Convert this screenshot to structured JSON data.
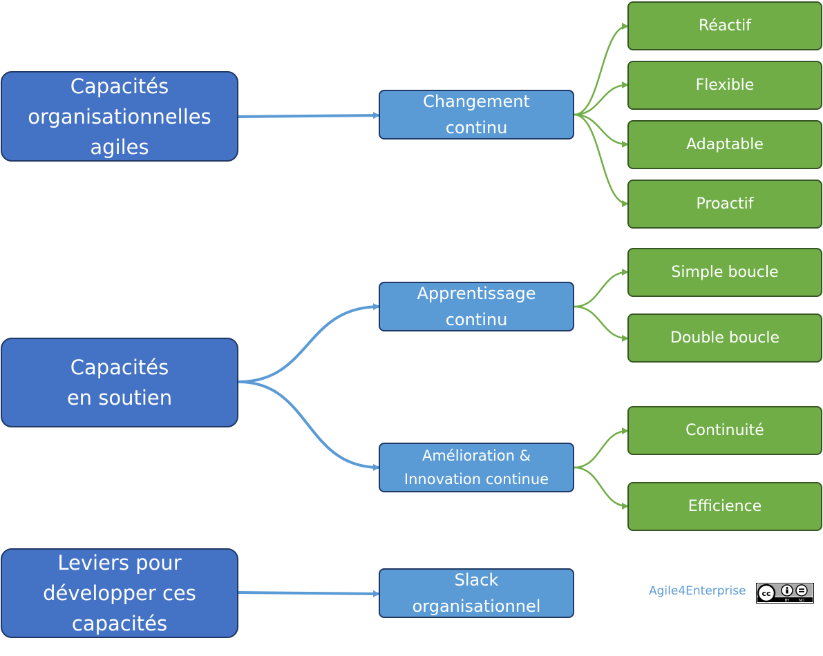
{
  "main_boxes": [
    {
      "label": "Capacités\norganisationnelles\nagiles"
    },
    {
      "label": "Capacités\nen soutien"
    },
    {
      "label": "Leviers pour\ndévelopper ces\ncapacités"
    }
  ],
  "mid_boxes": [
    {
      "label": "Changement\ncontinu"
    },
    {
      "label": "Apprentissage\ncontinu"
    },
    {
      "label": "Amélioration &\nInnovation continue"
    },
    {
      "label": "Slack\norganisationnel"
    }
  ],
  "leaf_boxes": [
    {
      "label": "Réactif"
    },
    {
      "label": "Flexible"
    },
    {
      "label": "Adaptable"
    },
    {
      "label": "Proactif"
    },
    {
      "label": "Simple boucle"
    },
    {
      "label": "Double boucle"
    },
    {
      "label": "Continuité"
    },
    {
      "label": "Efficience"
    }
  ],
  "credit": {
    "text": "Agile4Enterprise"
  },
  "license_badge": {
    "icon": "creative-commons-by-nd-icon",
    "by": "BY",
    "nd": "ND"
  },
  "colors": {
    "main_fill": "#4472c4",
    "mid_fill": "#5b9bd5",
    "leaf_fill": "#70ad47",
    "blue_connector": "#5b9bd5",
    "green_connector": "#70ad47"
  }
}
